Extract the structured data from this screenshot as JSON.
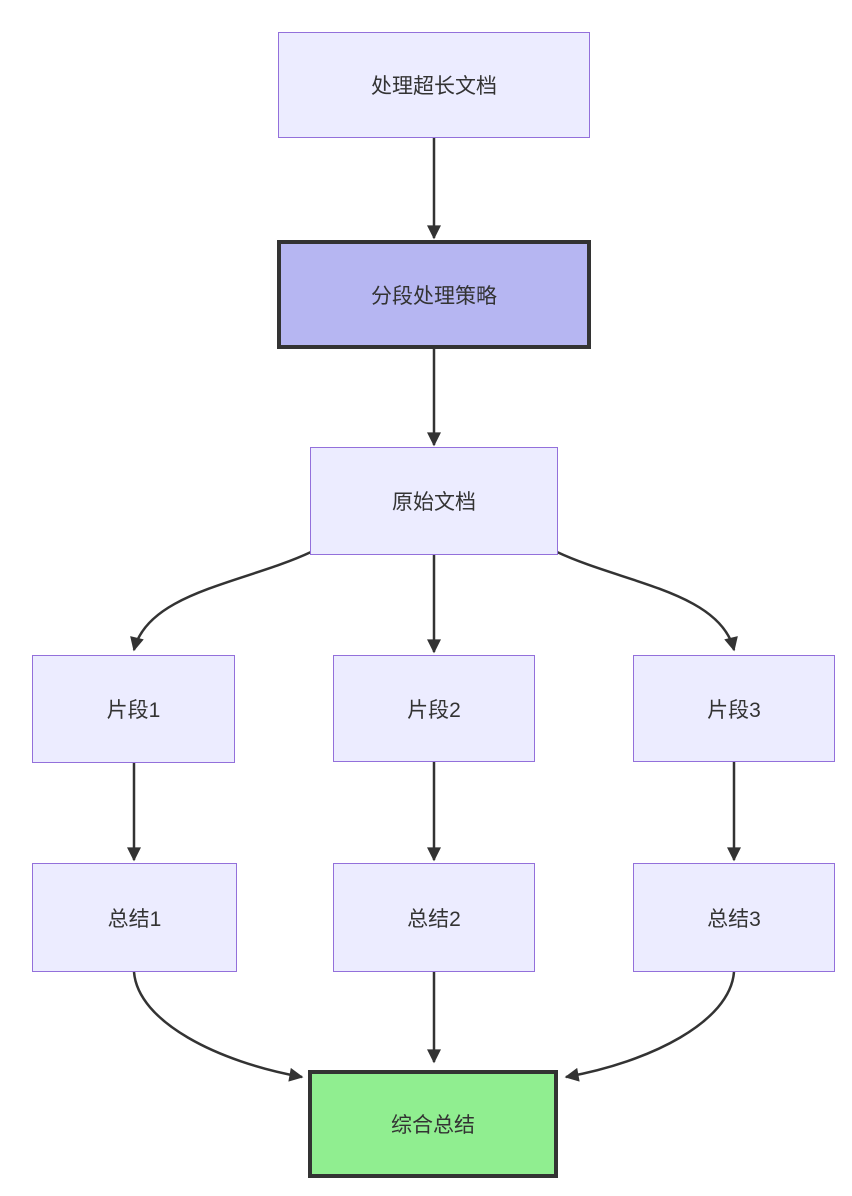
{
  "diagram": {
    "type": "flowchart",
    "direction": "top-down",
    "background": "#ffffff",
    "colors": {
      "node_fill": "#ECECFF",
      "node_border": "#9370DB",
      "highlight_fill": "#b6b6f2",
      "highlight_border": "#333333",
      "result_fill": "#90EE90",
      "result_border": "#333333",
      "edge": "#333333",
      "text": "#333333"
    },
    "nodes": [
      {
        "id": "title",
        "label": "处理超长文档",
        "style": "default"
      },
      {
        "id": "strategy",
        "label": "分段处理策略",
        "style": "highlight"
      },
      {
        "id": "doc",
        "label": "原始文档",
        "style": "default"
      },
      {
        "id": "chunk1",
        "label": "片段1",
        "style": "default"
      },
      {
        "id": "chunk2",
        "label": "片段2",
        "style": "default"
      },
      {
        "id": "chunk3",
        "label": "片段3",
        "style": "default"
      },
      {
        "id": "summary1",
        "label": "总结1",
        "style": "default"
      },
      {
        "id": "summary2",
        "label": "总结2",
        "style": "default"
      },
      {
        "id": "summary3",
        "label": "总结3",
        "style": "default"
      },
      {
        "id": "final",
        "label": "综合总结",
        "style": "result"
      }
    ],
    "edges": [
      {
        "from": "title",
        "to": "strategy"
      },
      {
        "from": "strategy",
        "to": "doc"
      },
      {
        "from": "doc",
        "to": "chunk1"
      },
      {
        "from": "doc",
        "to": "chunk2"
      },
      {
        "from": "doc",
        "to": "chunk3"
      },
      {
        "from": "chunk1",
        "to": "summary1"
      },
      {
        "from": "chunk2",
        "to": "summary2"
      },
      {
        "from": "chunk3",
        "to": "summary3"
      },
      {
        "from": "summary1",
        "to": "final"
      },
      {
        "from": "summary2",
        "to": "final"
      },
      {
        "from": "summary3",
        "to": "final"
      }
    ]
  }
}
